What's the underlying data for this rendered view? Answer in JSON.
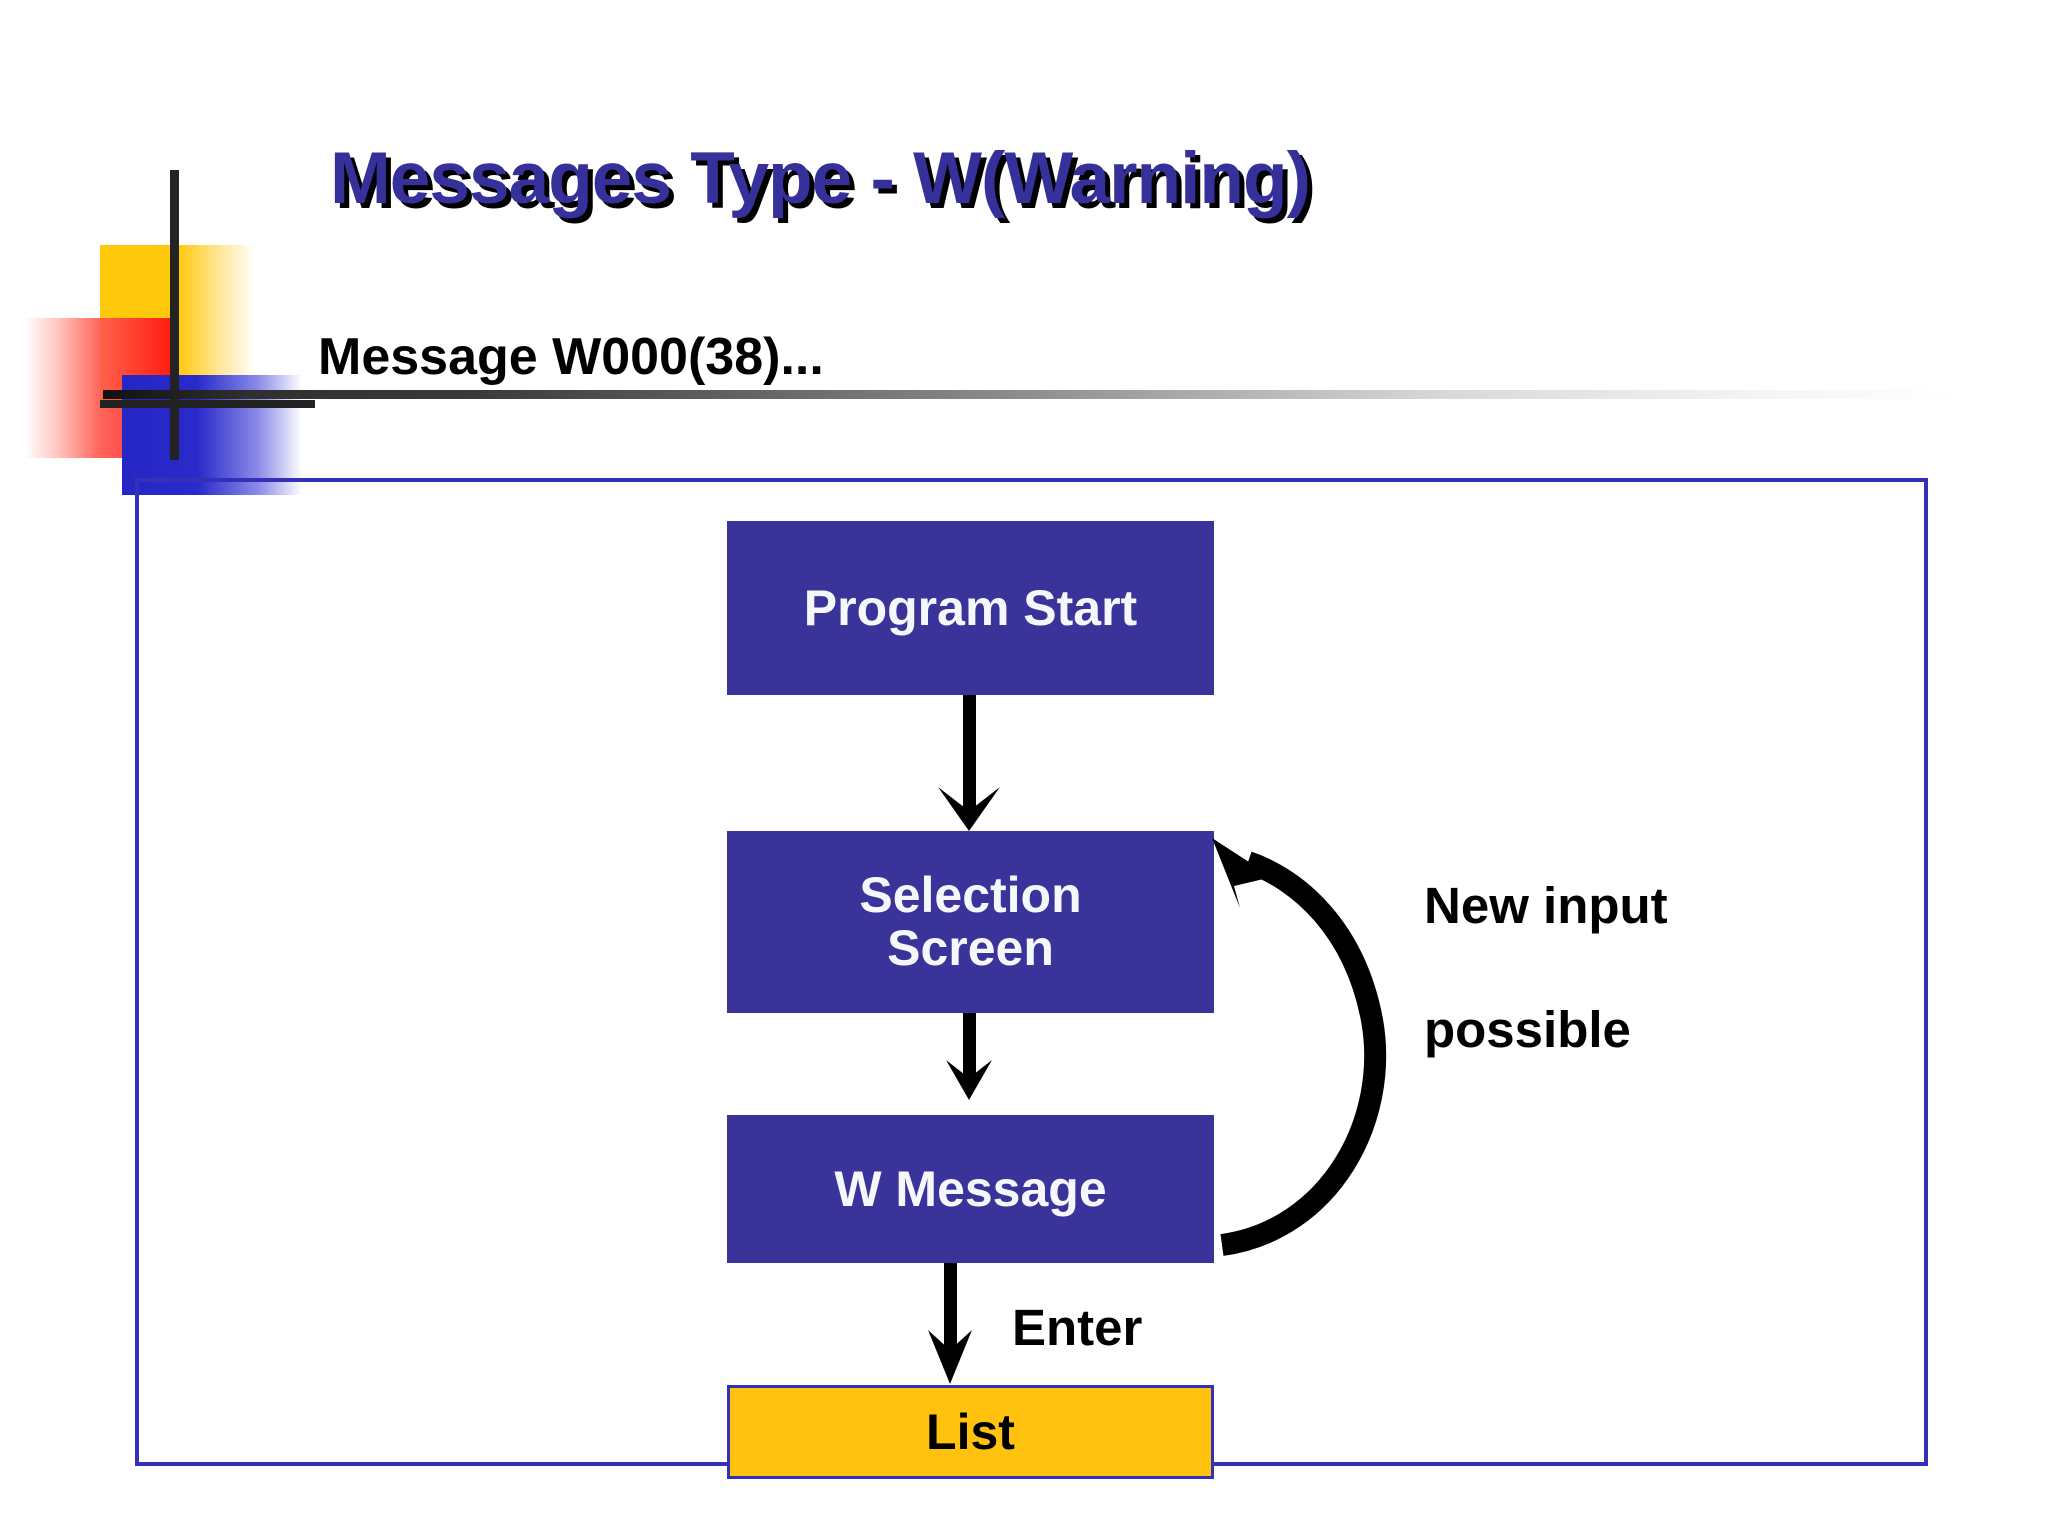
{
  "slide": {
    "title": "Messages Type - W(Warning)",
    "subtitle": "Message  W000(38)...",
    "title_color": "#36309B",
    "accent_blue": "#3A349A",
    "accent_yellow": "#FFC20E",
    "frame_border_color": "#3430B8"
  },
  "logo": {
    "name": "mondrian-logo",
    "colors": {
      "yellow": "#FFC80A",
      "red": "#FF1111",
      "blue": "#2626C4",
      "cross": "#232323"
    }
  },
  "flowchart": {
    "nodes": [
      {
        "id": "program-start",
        "label": "Program Start",
        "fill": "#3A349A",
        "text_color": "#F5F7FB"
      },
      {
        "id": "selection-screen",
        "label": "Selection\nScreen",
        "line1": "Selection",
        "line2": "Screen",
        "fill": "#3A349A",
        "text_color": "#F5F7FB"
      },
      {
        "id": "w-message",
        "label": "W Message",
        "fill": "#3A349A",
        "text_color": "#F5F7FB"
      },
      {
        "id": "list",
        "label": "List",
        "fill": "#FFC20E",
        "text_color": "#000000"
      }
    ],
    "edge_labels": {
      "enter": "Enter",
      "loop_line1": "New input",
      "loop_line2": "possible"
    }
  }
}
